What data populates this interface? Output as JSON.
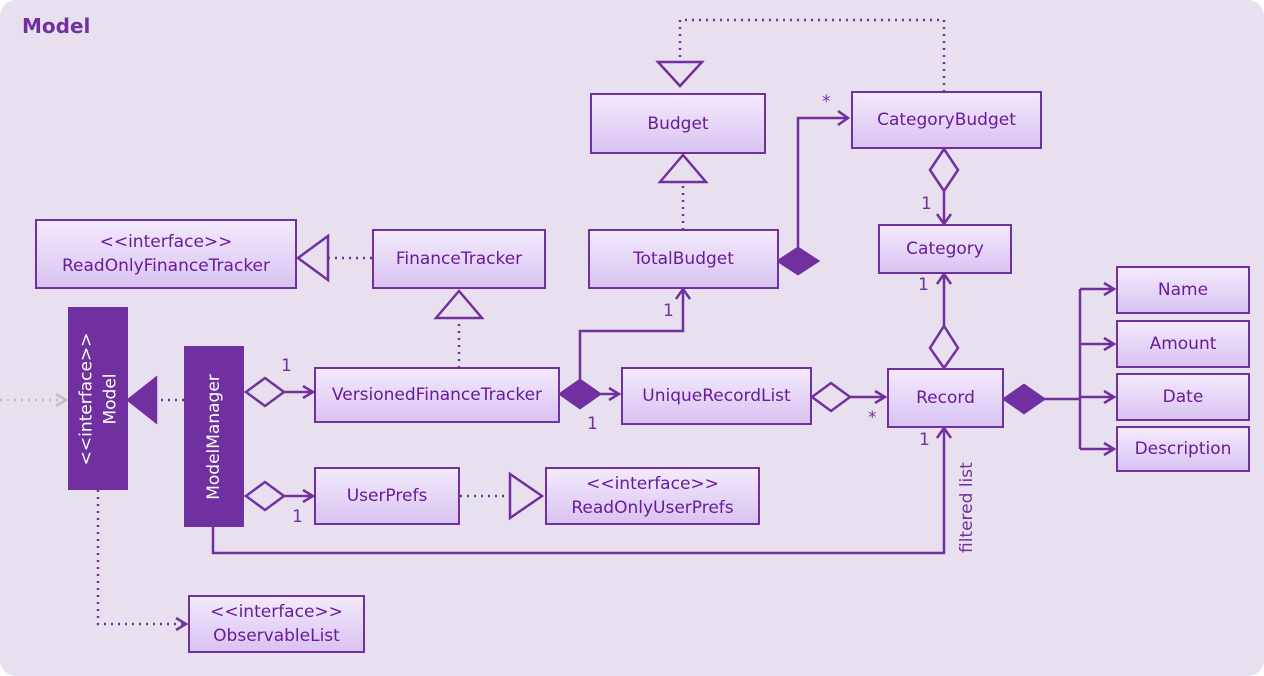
{
  "frame": {
    "title": "Model",
    "background": "#e8e0ee",
    "accent": "#7030a0",
    "titleColor": "#7030a0"
  },
  "classes": {
    "readOnlyFinanceTracker": {
      "stereotype": "<<interface>>",
      "name": "ReadOnlyFinanceTracker"
    },
    "financeTracker": {
      "name": "FinanceTracker"
    },
    "budget": {
      "name": "Budget"
    },
    "totalBudget": {
      "name": "TotalBudget"
    },
    "categoryBudget": {
      "name": "CategoryBudget"
    },
    "category": {
      "name": "Category"
    },
    "modelInterface": {
      "stereotype": "<<interface>>",
      "name": "Model"
    },
    "modelManager": {
      "name": "ModelManager"
    },
    "versionedFinanceTracker": {
      "name": "VersionedFinanceTracker"
    },
    "uniqueRecordList": {
      "name": "UniqueRecordList"
    },
    "record": {
      "name": "Record"
    },
    "userPrefs": {
      "name": "UserPrefs"
    },
    "readOnlyUserPrefs": {
      "stereotype": "<<interface>>",
      "name": "ReadOnlyUserPrefs"
    },
    "observableList": {
      "stereotype": "<<interface>>",
      "name": "ObservableList"
    },
    "name": {
      "name": "Name"
    },
    "amount": {
      "name": "Amount"
    },
    "date": {
      "name": "Date"
    },
    "description": {
      "name": "Description"
    }
  },
  "multiplicities": {
    "categoryBudgetMany": "*",
    "categoryOneTop": "1",
    "categoryOneBottom": "1",
    "totalBudgetOne": "1",
    "modelManagerToVft": "1",
    "vftToUrl": "1",
    "recordMany": "*",
    "recordOne": "1",
    "userPrefsOne": "1"
  },
  "associationLabels": {
    "filteredList": "filtered list"
  }
}
